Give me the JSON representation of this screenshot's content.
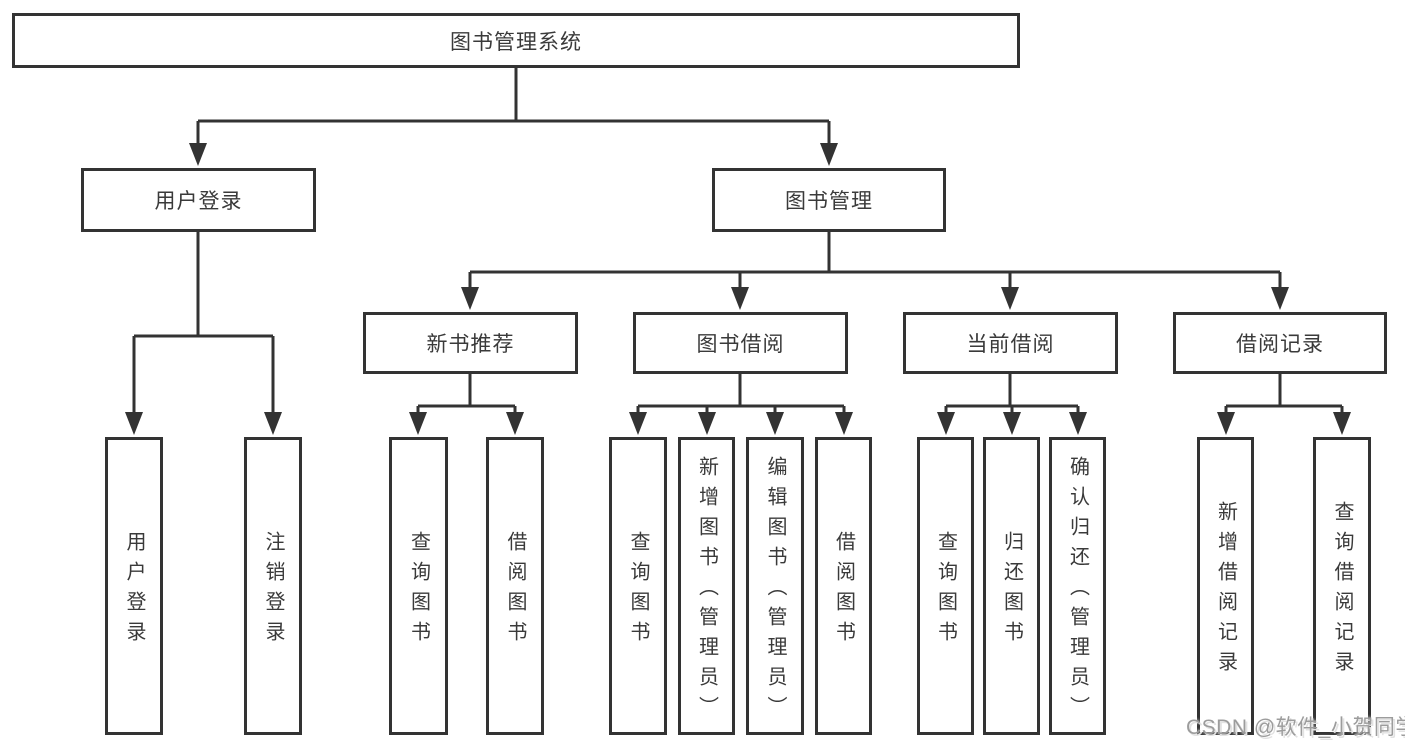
{
  "diagram": {
    "title": "图书管理系统",
    "root": {
      "label": "图书管理系统",
      "children": [
        {
          "label": "用户登录",
          "children": [
            {
              "label": "用户登录"
            },
            {
              "label": "注销登录"
            }
          ]
        },
        {
          "label": "图书管理",
          "children": [
            {
              "label": "新书推荐",
              "children": [
                {
                  "label": "查询图书"
                },
                {
                  "label": "借阅图书"
                }
              ]
            },
            {
              "label": "图书借阅",
              "children": [
                {
                  "label": "查询图书"
                },
                {
                  "label": "新增图书（管理员）"
                },
                {
                  "label": "编辑图书（管理员）"
                },
                {
                  "label": "借阅图书"
                }
              ]
            },
            {
              "label": "当前借阅",
              "children": [
                {
                  "label": "查询图书"
                },
                {
                  "label": "归还图书"
                },
                {
                  "label": "确认归还（管理员）"
                }
              ]
            },
            {
              "label": "借阅记录",
              "children": [
                {
                  "label": "新增借阅记录"
                },
                {
                  "label": "查询借阅记录"
                }
              ]
            }
          ]
        }
      ]
    },
    "watermark": "CSDN @软件_小贺同学",
    "colors": {
      "line": "#333333",
      "box_border": "#333333",
      "text": "#3a3a3a",
      "background": "#ffffff",
      "watermark": "#9c9c9c"
    }
  }
}
